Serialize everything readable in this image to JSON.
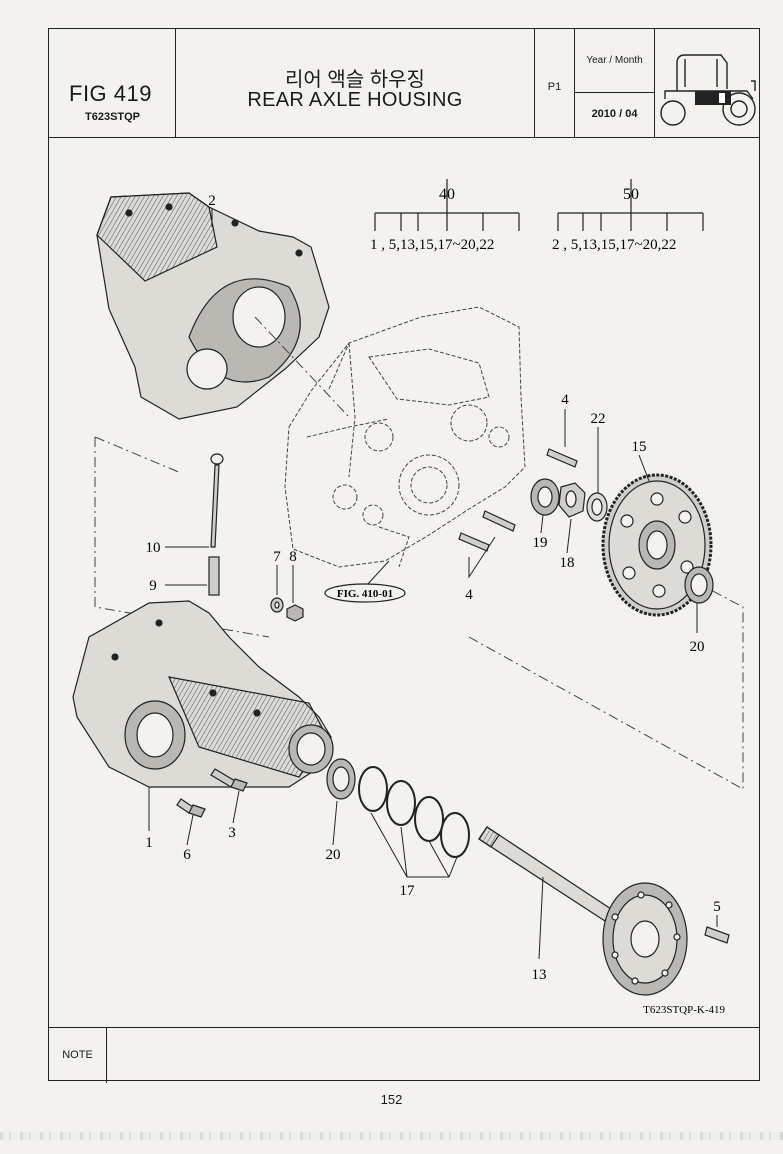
{
  "header": {
    "fig_number": "FIG 419",
    "model_code": "T623STQP",
    "title_korean": "리어 액슬 하우징",
    "title_english": "REAR AXLE HOUSING",
    "page_indicator": "P1",
    "year_month_label": "Year / Month",
    "year_month_value": "2010 / 04",
    "tractor_icon": "tractor-icon"
  },
  "assemblies": [
    {
      "number": "40",
      "parts": "1 , 5,13,15,17~20,22"
    },
    {
      "number": "50",
      "parts": "2 , 5,13,15,17~20,22"
    }
  ],
  "callouts": {
    "p1": "1",
    "p2": "2",
    "p3": "3",
    "p4a": "4",
    "p4b": "4",
    "p5": "5",
    "p6": "6",
    "p7": "7",
    "p8": "8",
    "p9": "9",
    "p10": "10",
    "p13": "13",
    "p15": "15",
    "p17": "17",
    "p18": "18",
    "p19": "19",
    "p20a": "20",
    "p20b": "20",
    "p22": "22"
  },
  "reference": "FIG. 410-01",
  "drawing_code": "T623STQP-K-419",
  "note_label": "NOTE",
  "note_text": "",
  "page_number": "152"
}
